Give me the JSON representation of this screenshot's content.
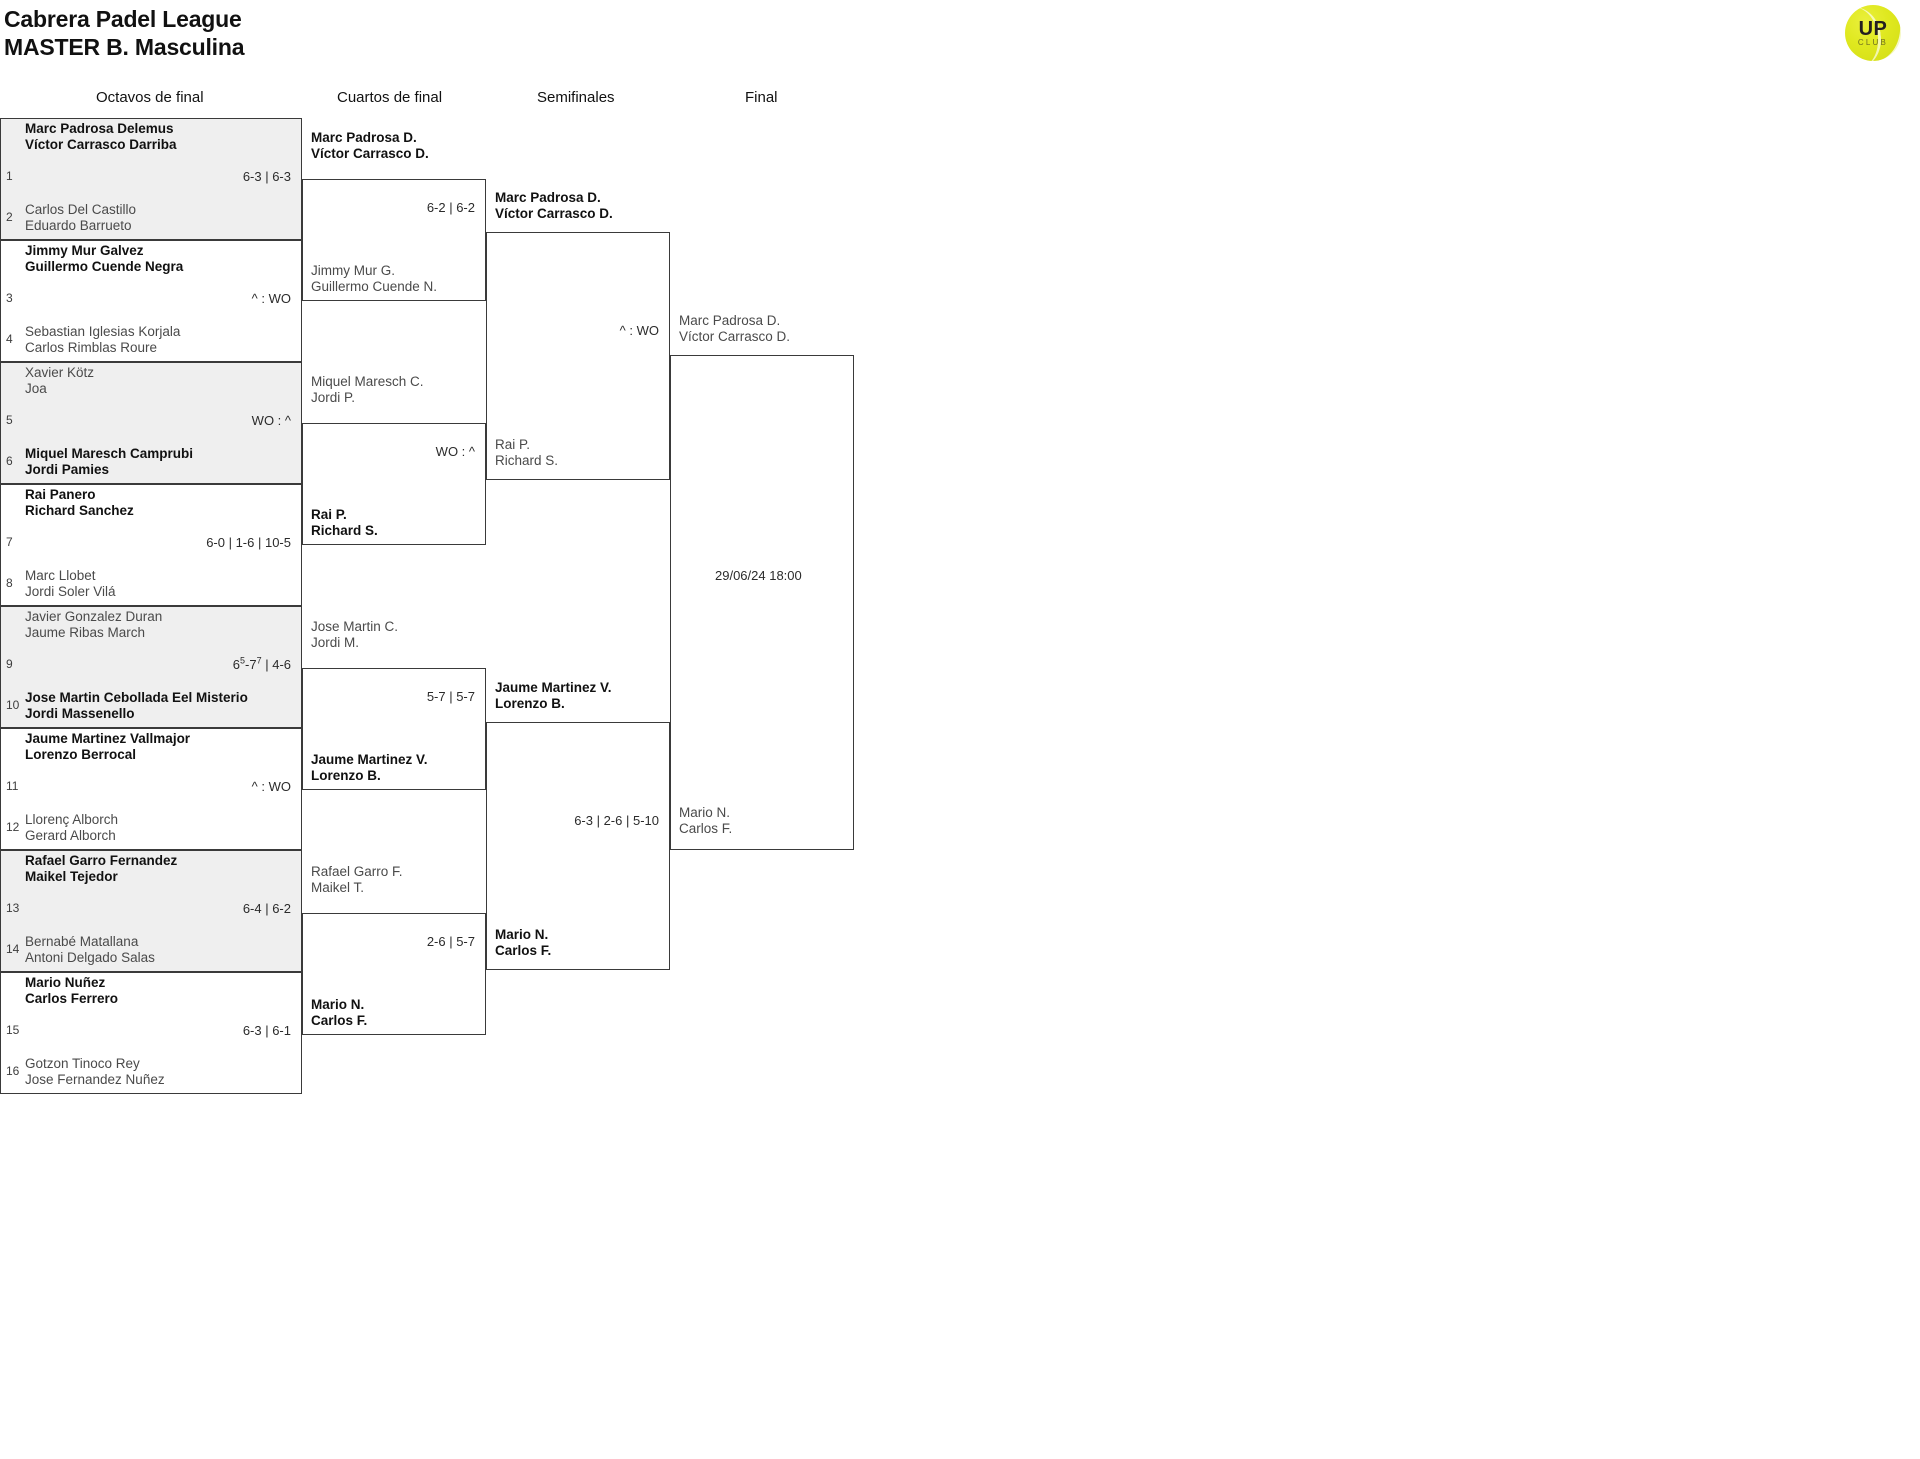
{
  "header": {
    "title_line1": "Cabrera Padel League",
    "title_line2": "MASTER B. Masculina",
    "logo": {
      "main": "UP",
      "sub": "CLUB"
    }
  },
  "rounds": [
    {
      "key": "r16",
      "label": "Octavos de final"
    },
    {
      "key": "qf",
      "label": "Cuartos de final"
    },
    {
      "key": "sf",
      "label": "Semifinales"
    },
    {
      "key": "f",
      "label": "Final"
    }
  ],
  "r16": [
    {
      "seed_top": "1",
      "seed_bottom": "2",
      "top": {
        "p1": "Marc Padrosa Delemus",
        "p2": "Víctor Carrasco Darriba",
        "state": "winner"
      },
      "bottom": {
        "p1": "Carlos Del Castillo",
        "p2": "Eduardo Barrueto",
        "state": "loser"
      },
      "score": "6-3 | 6-3"
    },
    {
      "seed_top": "3",
      "seed_bottom": "4",
      "top": {
        "p1": "Jimmy Mur Galvez",
        "p2": "Guillermo Cuende Negra",
        "state": "winner"
      },
      "bottom": {
        "p1": "Sebastian Iglesias Korjala",
        "p2": "Carlos Rimblas Roure",
        "state": "loser"
      },
      "score": "^ : WO"
    },
    {
      "seed_top": "5",
      "seed_bottom": "6",
      "top": {
        "p1": "Xavier Kötz",
        "p2": "Joa",
        "state": "loser"
      },
      "bottom": {
        "p1": "Miquel Maresch Camprubi",
        "p2": "Jordi Pamies",
        "state": "winner"
      },
      "score": "WO : ^"
    },
    {
      "seed_top": "7",
      "seed_bottom": "8",
      "top": {
        "p1": "Rai Panero",
        "p2": "Richard Sanchez",
        "state": "winner"
      },
      "bottom": {
        "p1": "Marc Llobet",
        "p2": "Jordi Soler Vilá",
        "state": "loser"
      },
      "score": "6-0 | 1-6 | 10-5"
    },
    {
      "seed_top": "9",
      "seed_bottom": "10",
      "top": {
        "p1": "Javier Gonzalez Duran",
        "p2": "Jaume Ribas March",
        "state": "loser"
      },
      "bottom": {
        "p1": "Jose Martin Cebollada Eel Misterio",
        "p2": "Jordi Massenello",
        "state": "winner"
      },
      "score_html": "6<sup>5</sup>-7<sup>7</sup> | 4-6",
      "score": "65-77 | 4-6"
    },
    {
      "seed_top": "11",
      "seed_bottom": "12",
      "top": {
        "p1": "Jaume Martinez Vallmajor",
        "p2": "Lorenzo Berrocal",
        "state": "winner"
      },
      "bottom": {
        "p1": "Llorenç Alborch",
        "p2": "Gerard Alborch",
        "state": "loser"
      },
      "score": "^ : WO"
    },
    {
      "seed_top": "13",
      "seed_bottom": "14",
      "top": {
        "p1": "Rafael Garro Fernandez",
        "p2": "Maikel Tejedor",
        "state": "winner"
      },
      "bottom": {
        "p1": "Bernabé Matallana",
        "p2": "Antoni Delgado Salas",
        "state": "loser"
      },
      "score": "6-4 | 6-2"
    },
    {
      "seed_top": "15",
      "seed_bottom": "16",
      "top": {
        "p1": "Mario Nuñez",
        "p2": "Carlos Ferrero",
        "state": "winner"
      },
      "bottom": {
        "p1": "Gotzon Tinoco Rey",
        "p2": "Jose Fernandez Nuñez",
        "state": "loser"
      },
      "score": "6-3 | 6-1"
    }
  ],
  "qf": [
    {
      "top": {
        "p1": "Marc Padrosa D.",
        "p2": "Víctor Carrasco D.",
        "state": "winner"
      },
      "bottom": {
        "p1": "Jimmy Mur G.",
        "p2": "Guillermo Cuende N.",
        "state": "loser"
      },
      "score": "6-2 | 6-2"
    },
    {
      "top": {
        "p1": "Miquel Maresch C.",
        "p2": "Jordi P.",
        "state": "loser"
      },
      "bottom": {
        "p1": "Rai P.",
        "p2": "Richard S.",
        "state": "winner"
      },
      "score": "WO : ^"
    },
    {
      "top": {
        "p1": "Jose Martin C.",
        "p2": "Jordi M.",
        "state": "loser"
      },
      "bottom": {
        "p1": "Jaume Martinez V.",
        "p2": "Lorenzo B.",
        "state": "winner"
      },
      "score": "5-7 | 5-7"
    },
    {
      "top": {
        "p1": "Rafael Garro F.",
        "p2": "Maikel T.",
        "state": "loser"
      },
      "bottom": {
        "p1": "Mario N.",
        "p2": "Carlos F.",
        "state": "winner"
      },
      "score": "2-6 | 5-7"
    }
  ],
  "sf": [
    {
      "top": {
        "p1": "Marc Padrosa D.",
        "p2": "Víctor Carrasco D.",
        "state": "winner"
      },
      "bottom": {
        "p1": "Rai P.",
        "p2": "Richard S.",
        "state": "loser"
      },
      "score": "^ : WO"
    },
    {
      "top": {
        "p1": "Jaume Martinez V.",
        "p2": "Lorenzo B.",
        "state": "loser"
      },
      "bottom": {
        "p1": "Mario N.",
        "p2": "Carlos F.",
        "state": "winner"
      },
      "score": "6-3 | 2-6 | 5-10"
    }
  ],
  "final": [
    {
      "top": {
        "p1": "Marc Padrosa D.",
        "p2": "Víctor Carrasco D.",
        "state": "loser"
      },
      "bottom": {
        "p1": "Mario N.",
        "p2": "Carlos F.",
        "state": "loser"
      },
      "score": "29/06/24 18:00"
    }
  ]
}
